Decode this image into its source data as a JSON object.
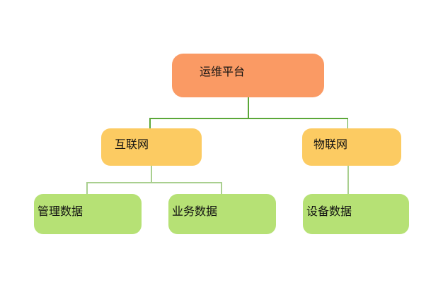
{
  "diagram": {
    "type": "tree",
    "background_color": "#ffffff",
    "text_color": "#111111",
    "nodes": {
      "root": {
        "label": "运维平台",
        "level": 1,
        "fill": "#FA9A64"
      },
      "internet": {
        "label": "互联网",
        "level": 2,
        "fill": "#FCCB62"
      },
      "iot": {
        "label": "物联网",
        "level": 2,
        "fill": "#FCCB62"
      },
      "management_data": {
        "label": "管理数据",
        "level": 3,
        "fill": "#B6E175"
      },
      "business_data": {
        "label": "业务数据",
        "level": 3,
        "fill": "#B6E175"
      },
      "device_data": {
        "label": "设备数据",
        "level": 3,
        "fill": "#B6E175"
      }
    },
    "edges": [
      {
        "from": "运维平台",
        "to": "互联网"
      },
      {
        "from": "运维平台",
        "to": "物联网"
      },
      {
        "from": "互联网",
        "to": "管理数据"
      },
      {
        "from": "互联网",
        "to": "业务数据"
      },
      {
        "from": "物联网",
        "to": "设备数据"
      }
    ],
    "link_colors": {
      "level1": "#5BA738",
      "level2": "#A9CF8F"
    }
  }
}
